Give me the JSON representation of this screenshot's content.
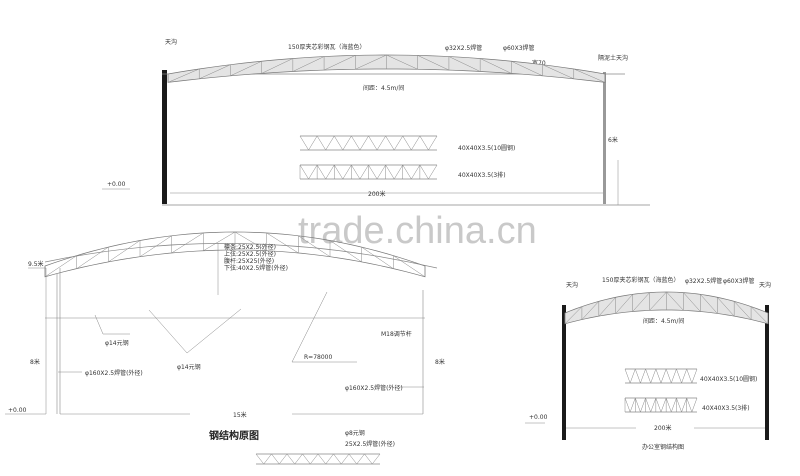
{
  "watermark": "trade.china.cn",
  "top_drawing": {
    "gutter_left": "天沟",
    "roof_panel": "150厚夹芯彩钢瓦（海蓝色）",
    "pipe_small": "φ32X2.5焊管",
    "pipe_large": "φ60X3焊管",
    "width_label": "宽70",
    "gutter_right": "隔泥土天沟",
    "spacing": "间距：4.5m/间",
    "height": "6米",
    "truss_a": "40X40X3.5(10圆钢)",
    "truss_b": "40X40X3.5(3排)",
    "level": "+0.00",
    "span": "200米"
  },
  "left_drawing": {
    "height_top": "9.5米",
    "members": [
      "檩条:25X2.5(外径)",
      "上弦:25X2.5(外径)",
      "腹杆:25X25(外径)",
      "下弦:40X2.5焊管(外径)"
    ],
    "rod_a": "φ14元钢",
    "rod_b": "φ14元钢",
    "radius": "R=78000",
    "adjust_rod": "M18调节杆",
    "height_left": "8米",
    "height_right": "8米",
    "column_left": "φ160X2.5焊管(外径)",
    "column_right": "φ160X2.5焊管(外径)",
    "level": "+0.00",
    "span": "15米",
    "title": "钢结构原图",
    "detail_rod": "φ8元钢",
    "detail_pipe": "25X2.5焊管(外径)"
  },
  "right_drawing": {
    "gutter_left": "天沟",
    "roof_panel": "150厚夹芯彩钢瓦（海蓝色）",
    "pipe_small": "φ32X2.5焊管",
    "pipe_large": "φ60X3焊管",
    "gutter_right": "天沟",
    "spacing": "间距：4.5m/间",
    "truss_a": "40X40X3.5(10圆钢)",
    "truss_b": "40X40X3.5(3排)",
    "level": "+0.00",
    "span": "200米",
    "title": "办公室钢结构图"
  }
}
